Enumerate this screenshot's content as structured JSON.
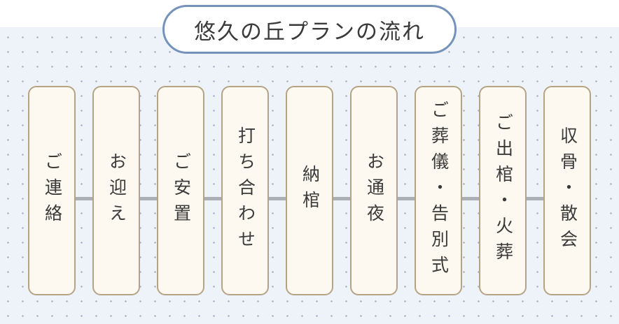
{
  "title": "悠久の丘プランの流れ",
  "steps": [
    {
      "label": "ご連絡"
    },
    {
      "label": "お迎え"
    },
    {
      "label": "ご安置"
    },
    {
      "label": "打ち合わせ"
    },
    {
      "label": "納棺"
    },
    {
      "label": "お通夜"
    },
    {
      "label": "ご葬儀・告別式"
    },
    {
      "label": "ご出棺・火葬"
    },
    {
      "label": "収骨・散会"
    }
  ],
  "colors": {
    "bg-blue": "#edf3f8",
    "pill-border": "#7592ba",
    "card-cream": "#fdf9f0",
    "card-border": "#b5a385",
    "line-gray": "#acafb4",
    "text-dark": "#3a3a3a"
  }
}
